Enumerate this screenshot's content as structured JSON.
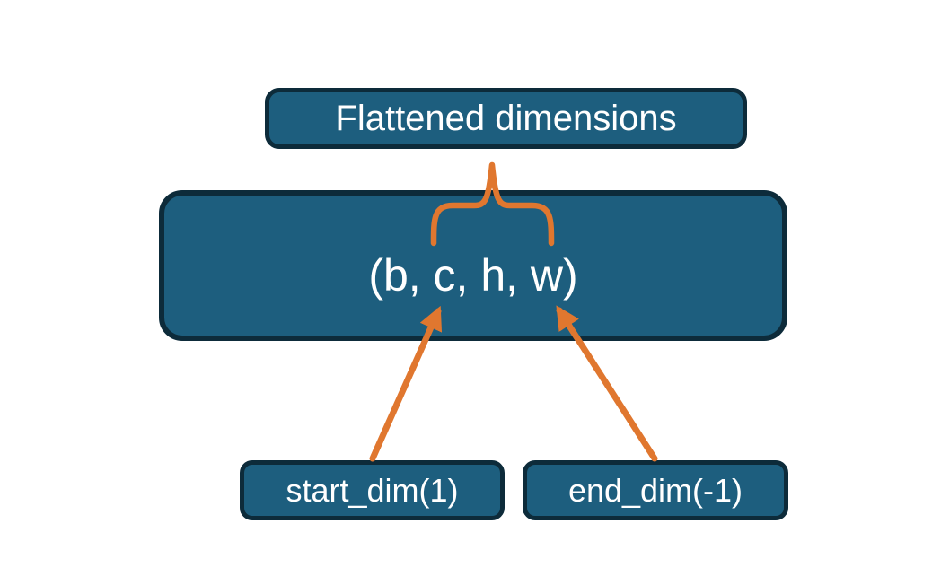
{
  "diagram": {
    "title_box": {
      "label": "Flattened dimensions"
    },
    "tensor_box": {
      "label": "(b, c, h, w)"
    },
    "start_dim_box": {
      "label": "start_dim(1)"
    },
    "end_dim_box": {
      "label": "end_dim(-1)"
    }
  },
  "icons": {
    "brace": "curly-brace-pointing-up",
    "arrows": "orange-arrows-pointing-to-flattened-dims"
  },
  "colors": {
    "background": "#FFFFFF",
    "box_fill": "#1D5E7E",
    "box_border": "#0D2B3A",
    "accent": "#E0772F",
    "text_color": "#FFFFFF"
  }
}
